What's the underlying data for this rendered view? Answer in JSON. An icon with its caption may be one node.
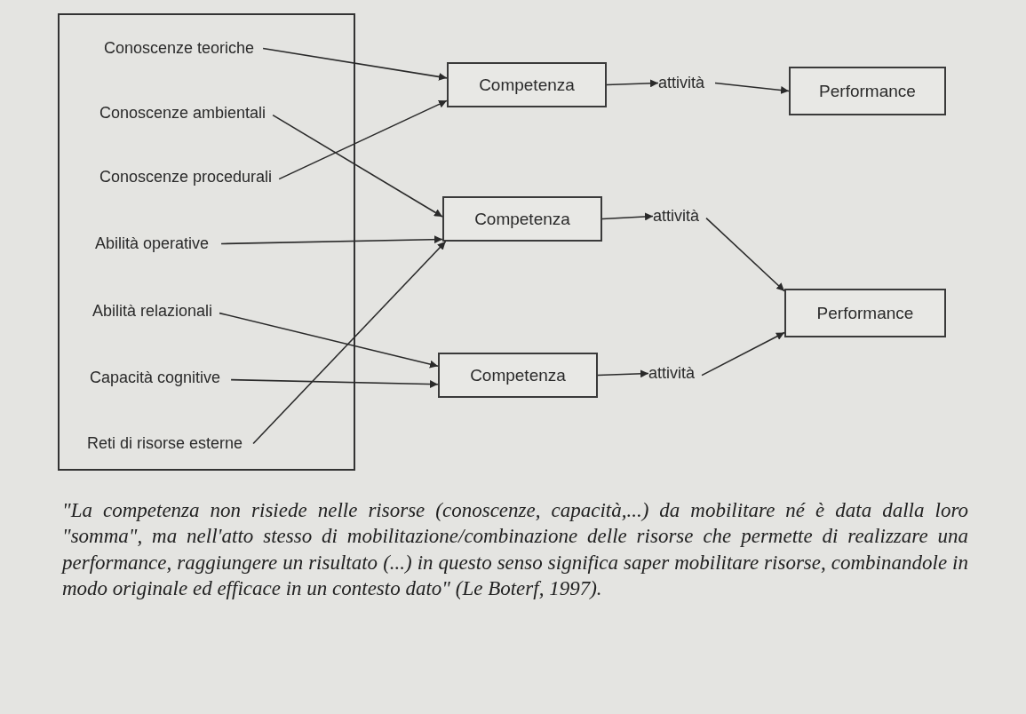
{
  "diagram": {
    "caption": "\"La competenza non risiede nelle risorse (conoscenze, capacità,...) da mobilitare né è data dalla loro \"somma\", ma nell'atto stesso di mobilitazione/combinazione delle risorse che permette di realizzare una performance, raggiungere un risultato (...) in questo senso significa saper mobilitare risorse, combinandole in modo originale ed efficace in un contesto dato\" (Le Boterf, 1997).",
    "nodes": [
      {
        "text": [],
        "shape": "box"
      },
      {
        "text": [
          "Conoscenze teoriche"
        ],
        "in": 0
      },
      {
        "text": [
          "Conoscenze ambientali"
        ],
        "in": 0
      },
      {
        "text": [
          "Conoscenze procedurali"
        ],
        "in": 0
      },
      {
        "text": [
          "Abilità operative"
        ],
        "in": 0
      },
      {
        "text": [
          "Abilità relazionali"
        ],
        "in": 0
      },
      {
        "text": [
          "Capacità cognitive"
        ],
        "in": 0
      },
      {
        "text": [
          "Reti di risorse esterne"
        ],
        "in": 0
      },
      {
        "text": [
          "Competenza"
        ]
      },
      {
        "text": [
          "attività"
        ]
      },
      {
        "text": [
          "Performance"
        ]
      },
      {
        "text": [
          "Competenza"
        ]
      },
      {
        "text": [
          "attività"
        ]
      },
      {
        "text": [
          "Competenza"
        ]
      },
      {
        "text": [
          "attività"
        ]
      },
      {
        "text": [
          "Performance"
        ]
      }
    ],
    "edges": [
      {
        "from": 1,
        "to": 8,
        "arrow": "to"
      },
      {
        "from": 2,
        "to": 11,
        "arrow": "to"
      },
      {
        "from": 3,
        "to": 8,
        "arrow": "to"
      },
      {
        "from": 4,
        "to": 11,
        "arrow": "to"
      },
      {
        "from": 5,
        "to": 13,
        "arrow": "to"
      },
      {
        "from": 6,
        "to": 13,
        "arrow": "to"
      },
      {
        "from": 7,
        "to": 11,
        "arrow": "to"
      },
      {
        "from": 8,
        "to": 9,
        "arrow": "to"
      },
      {
        "from": 9,
        "to": 10,
        "arrow": "to"
      },
      {
        "from": 11,
        "to": 12,
        "arrow": "to"
      },
      {
        "from": 13,
        "to": 14,
        "arrow": "to"
      },
      {
        "from": 12,
        "to": 15,
        "arrow": "to"
      },
      {
        "from": 14,
        "to": 15,
        "arrow": "to"
      }
    ]
  }
}
